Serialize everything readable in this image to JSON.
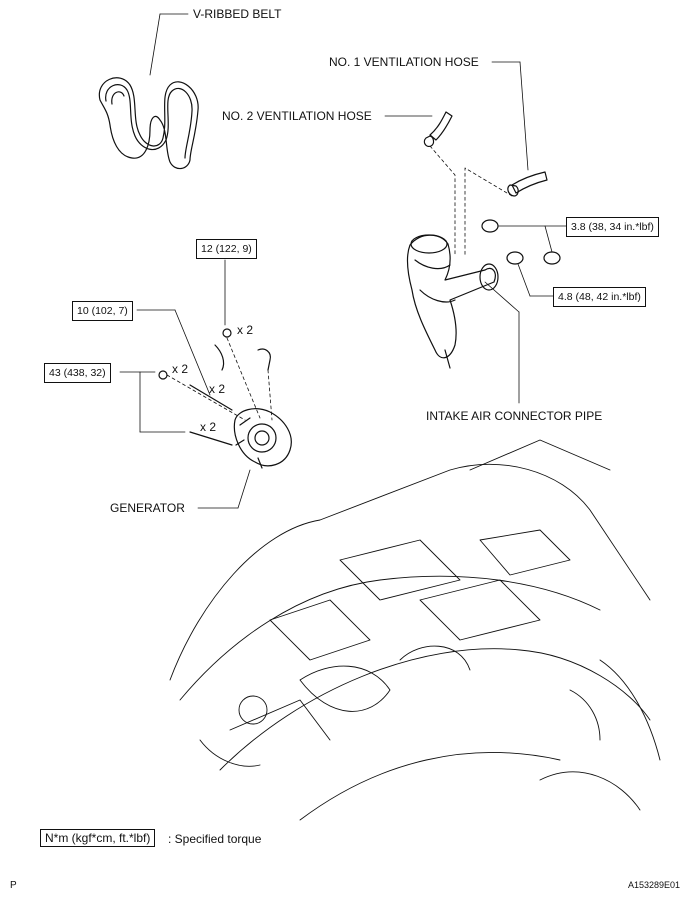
{
  "labels": {
    "v_ribbed_belt": "V-RIBBED BELT",
    "no1_hose": "NO. 1 VENTILATION HOSE",
    "no2_hose": "NO. 2 VENTILATION HOSE",
    "intake_pipe": "INTAKE AIR CONNECTOR PIPE",
    "generator": "GENERATOR"
  },
  "torques": {
    "t1": "12 (122, 9)",
    "t2": "10 (102, 7)",
    "t3": "43 (438, 32)",
    "t4": "3.8 (38, 34 in.*lbf)",
    "t5": "4.8 (48, 42 in.*lbf)"
  },
  "quantities": {
    "q1": "x 2",
    "q2": "x 2",
    "q3": "x 2",
    "q4": "x 2"
  },
  "legend": {
    "unit_box": "N*m (kgf*cm, ft.*lbf)",
    "description": ": Specified torque"
  },
  "footer": {
    "left": "P",
    "right": "A153289E01"
  }
}
